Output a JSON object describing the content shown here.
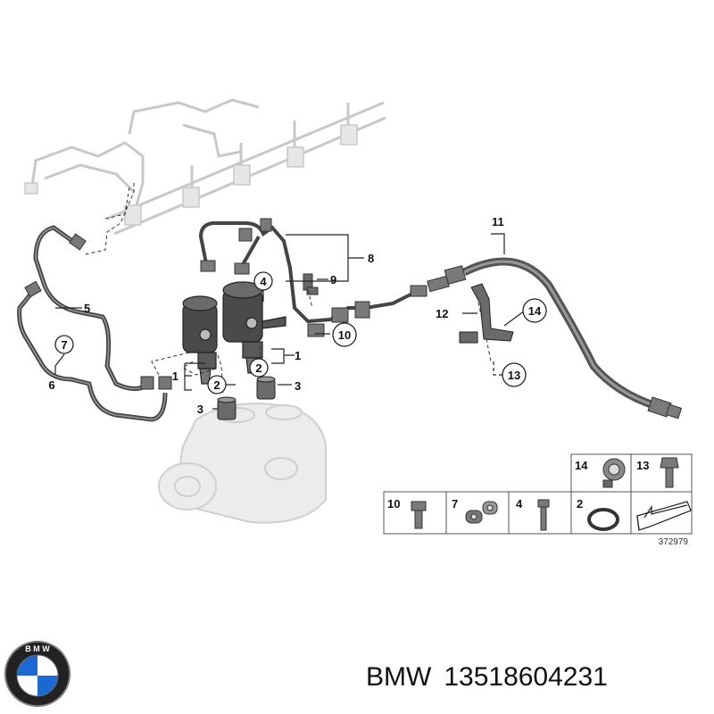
{
  "callouts": {
    "c1a": "1",
    "c1b": "1",
    "c2a": "2",
    "c2b": "2",
    "c3a": "3",
    "c3b": "3",
    "c4": "4",
    "c5": "5",
    "c6": "6",
    "c7": "7",
    "c8": "8",
    "c9": "9",
    "c10": "10",
    "c11": "11",
    "c12": "12",
    "c13": "13",
    "c14": "14"
  },
  "parts_table": {
    "row_top": [
      "14",
      "13"
    ],
    "row_bottom": [
      "10",
      "7",
      "4",
      "2"
    ]
  },
  "diagram_ref": "372979",
  "footer": {
    "brand": "BMW",
    "part_number": "13518604231"
  },
  "colors": {
    "line": "#222222",
    "ghost": "#c8c8c8",
    "hose": "#555555",
    "pump": "#4a4a4a"
  },
  "icons": {
    "logo": "bmw-roundel-logo",
    "arrow": "diagram-arrow-icon"
  }
}
